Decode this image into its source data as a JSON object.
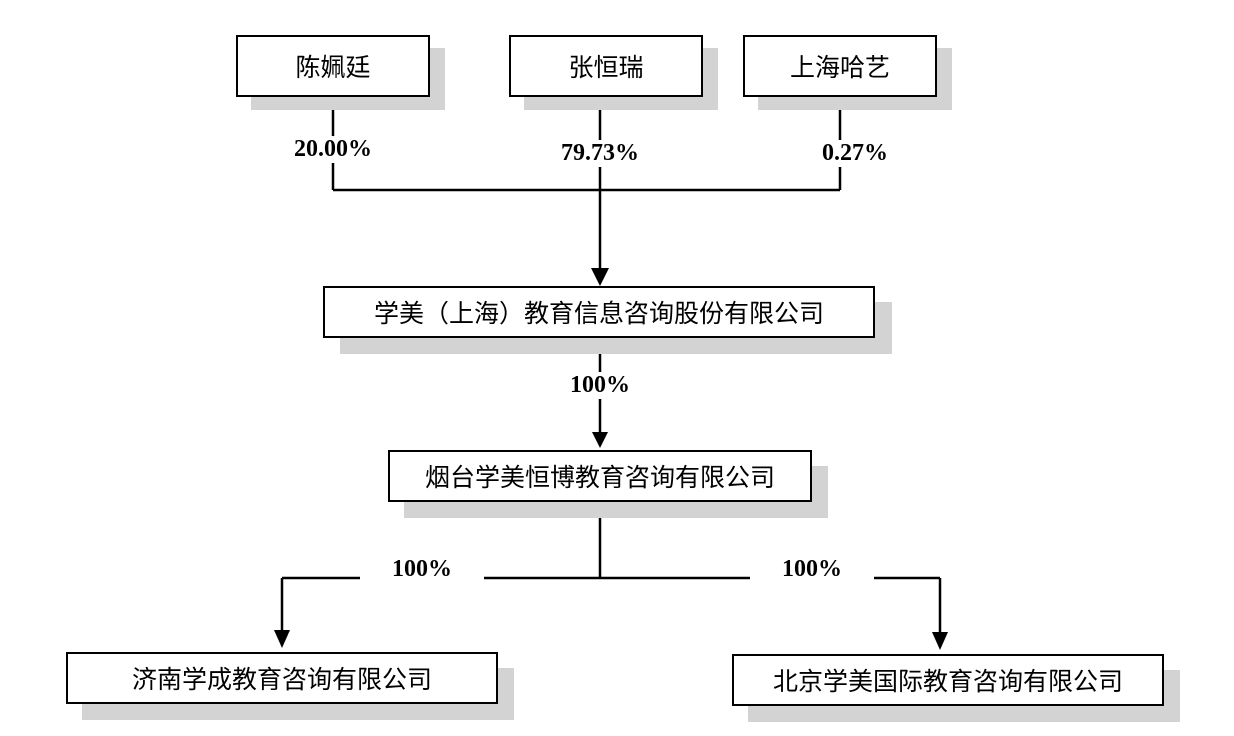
{
  "shareholders": [
    {
      "name": "陈姵廷",
      "pct": "20.00%"
    },
    {
      "name": "张恒瑞",
      "pct": "79.73%"
    },
    {
      "name": "上海哈艺",
      "pct": "0.27%"
    }
  ],
  "parent": {
    "name": "学美（上海）教育信息咨询股份有限公司",
    "pct": "100%"
  },
  "subsidiary": {
    "name": "烟台学美恒博教育咨询有限公司"
  },
  "children": [
    {
      "name": "济南学成教育咨询有限公司",
      "pct": "100%"
    },
    {
      "name": "北京学美国际教育咨询有限公司",
      "pct": "100%"
    }
  ]
}
